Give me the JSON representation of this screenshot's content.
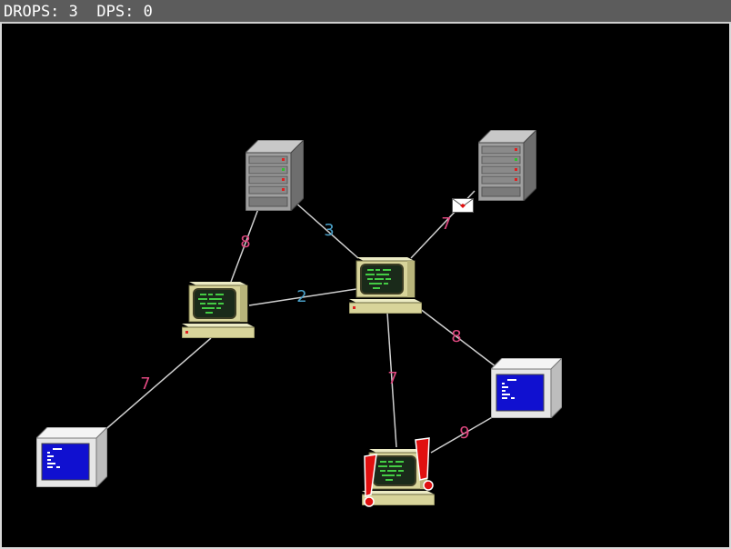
{
  "hud": {
    "drops_label": "DROPS:",
    "drops_value": "3",
    "dps_label": "DPS:",
    "dps_value": "0"
  },
  "colors": {
    "link": "#cfcfcf",
    "label_pink": "#e04880",
    "label_blue": "#4aa0c8",
    "server_gray": "#9a9a9a",
    "terminal_beige": "#d8d49a",
    "screen_green": "#44cc44",
    "screen_blue": "#1010d0",
    "alert_red": "#e01010"
  },
  "nodes": [
    {
      "id": "server-a",
      "type": "server",
      "icon": "server-icon"
    },
    {
      "id": "server-b",
      "type": "server",
      "icon": "server-icon"
    },
    {
      "id": "router-left",
      "type": "router",
      "icon": "terminal-icon"
    },
    {
      "id": "router-center",
      "type": "router",
      "icon": "terminal-icon"
    },
    {
      "id": "router-bottom",
      "type": "router",
      "icon": "terminal-icon",
      "alert": true
    },
    {
      "id": "client-left",
      "type": "client",
      "icon": "monitor-icon"
    },
    {
      "id": "client-right",
      "type": "client",
      "icon": "monitor-icon"
    }
  ],
  "links": [
    {
      "from": "server-a",
      "to": "router-left",
      "label": "8",
      "color": "pink"
    },
    {
      "from": "server-a",
      "to": "router-center",
      "label": "3",
      "color": "blue"
    },
    {
      "from": "server-b",
      "to": "router-center",
      "label": "7",
      "color": "pink"
    },
    {
      "from": "router-left",
      "to": "router-center",
      "label": "2",
      "color": "blue"
    },
    {
      "from": "router-left",
      "to": "client-left",
      "label": "7",
      "color": "pink"
    },
    {
      "from": "router-center",
      "to": "client-right",
      "label": "8",
      "color": "pink"
    },
    {
      "from": "router-center",
      "to": "router-bottom",
      "label": "7",
      "color": "pink"
    },
    {
      "from": "router-bottom",
      "to": "client-right",
      "label": "9",
      "color": "pink"
    }
  ],
  "packets": [
    {
      "icon": "envelope-icon",
      "on_link": "server-b/router-center"
    }
  ]
}
